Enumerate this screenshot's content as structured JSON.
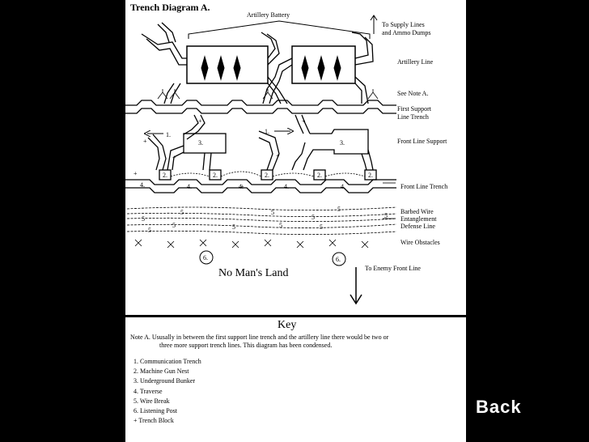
{
  "title": "Trench Diagram A.",
  "labels": {
    "artillery_battery": "Artillery Battery",
    "supply_1": "To Supply Lines",
    "supply_2": "and Ammo Dumps",
    "artillery_line": "Artillery Line",
    "see_note": "See Note A.",
    "first_support_1": "First Support",
    "first_support_2": "Line Trench",
    "front_support": "Front Line Support",
    "front_trench": "Front Line Trench",
    "barbed_1": "Barbed Wire",
    "barbed_2": "Entanglement",
    "barbed_3": "Defense Line",
    "wire_obstacles": "Wire Obstacles",
    "to_enemy": "To Enemy Front Line",
    "no_mans_land": "No Man's Land"
  },
  "markers": {
    "one": "1.",
    "two": "2.",
    "three": "3.",
    "four": "4.",
    "five": "5",
    "six": "6.",
    "plus": "+"
  },
  "key": {
    "title": "Key",
    "note_a_line1": "Note A.   Ususally in between the first support line trench and the artillery line there would be two or",
    "note_a_line2": "three more support trench lines.   This diagram has been condensed.",
    "items": [
      "1.  Communication Trench",
      "2.  Machine Gun Nest",
      "3.  Underground Bunker",
      "4.  Traverse",
      "5.  Wire Break",
      "6.  Listening Post",
      "+    Trench Block"
    ]
  },
  "back_label": "Back"
}
